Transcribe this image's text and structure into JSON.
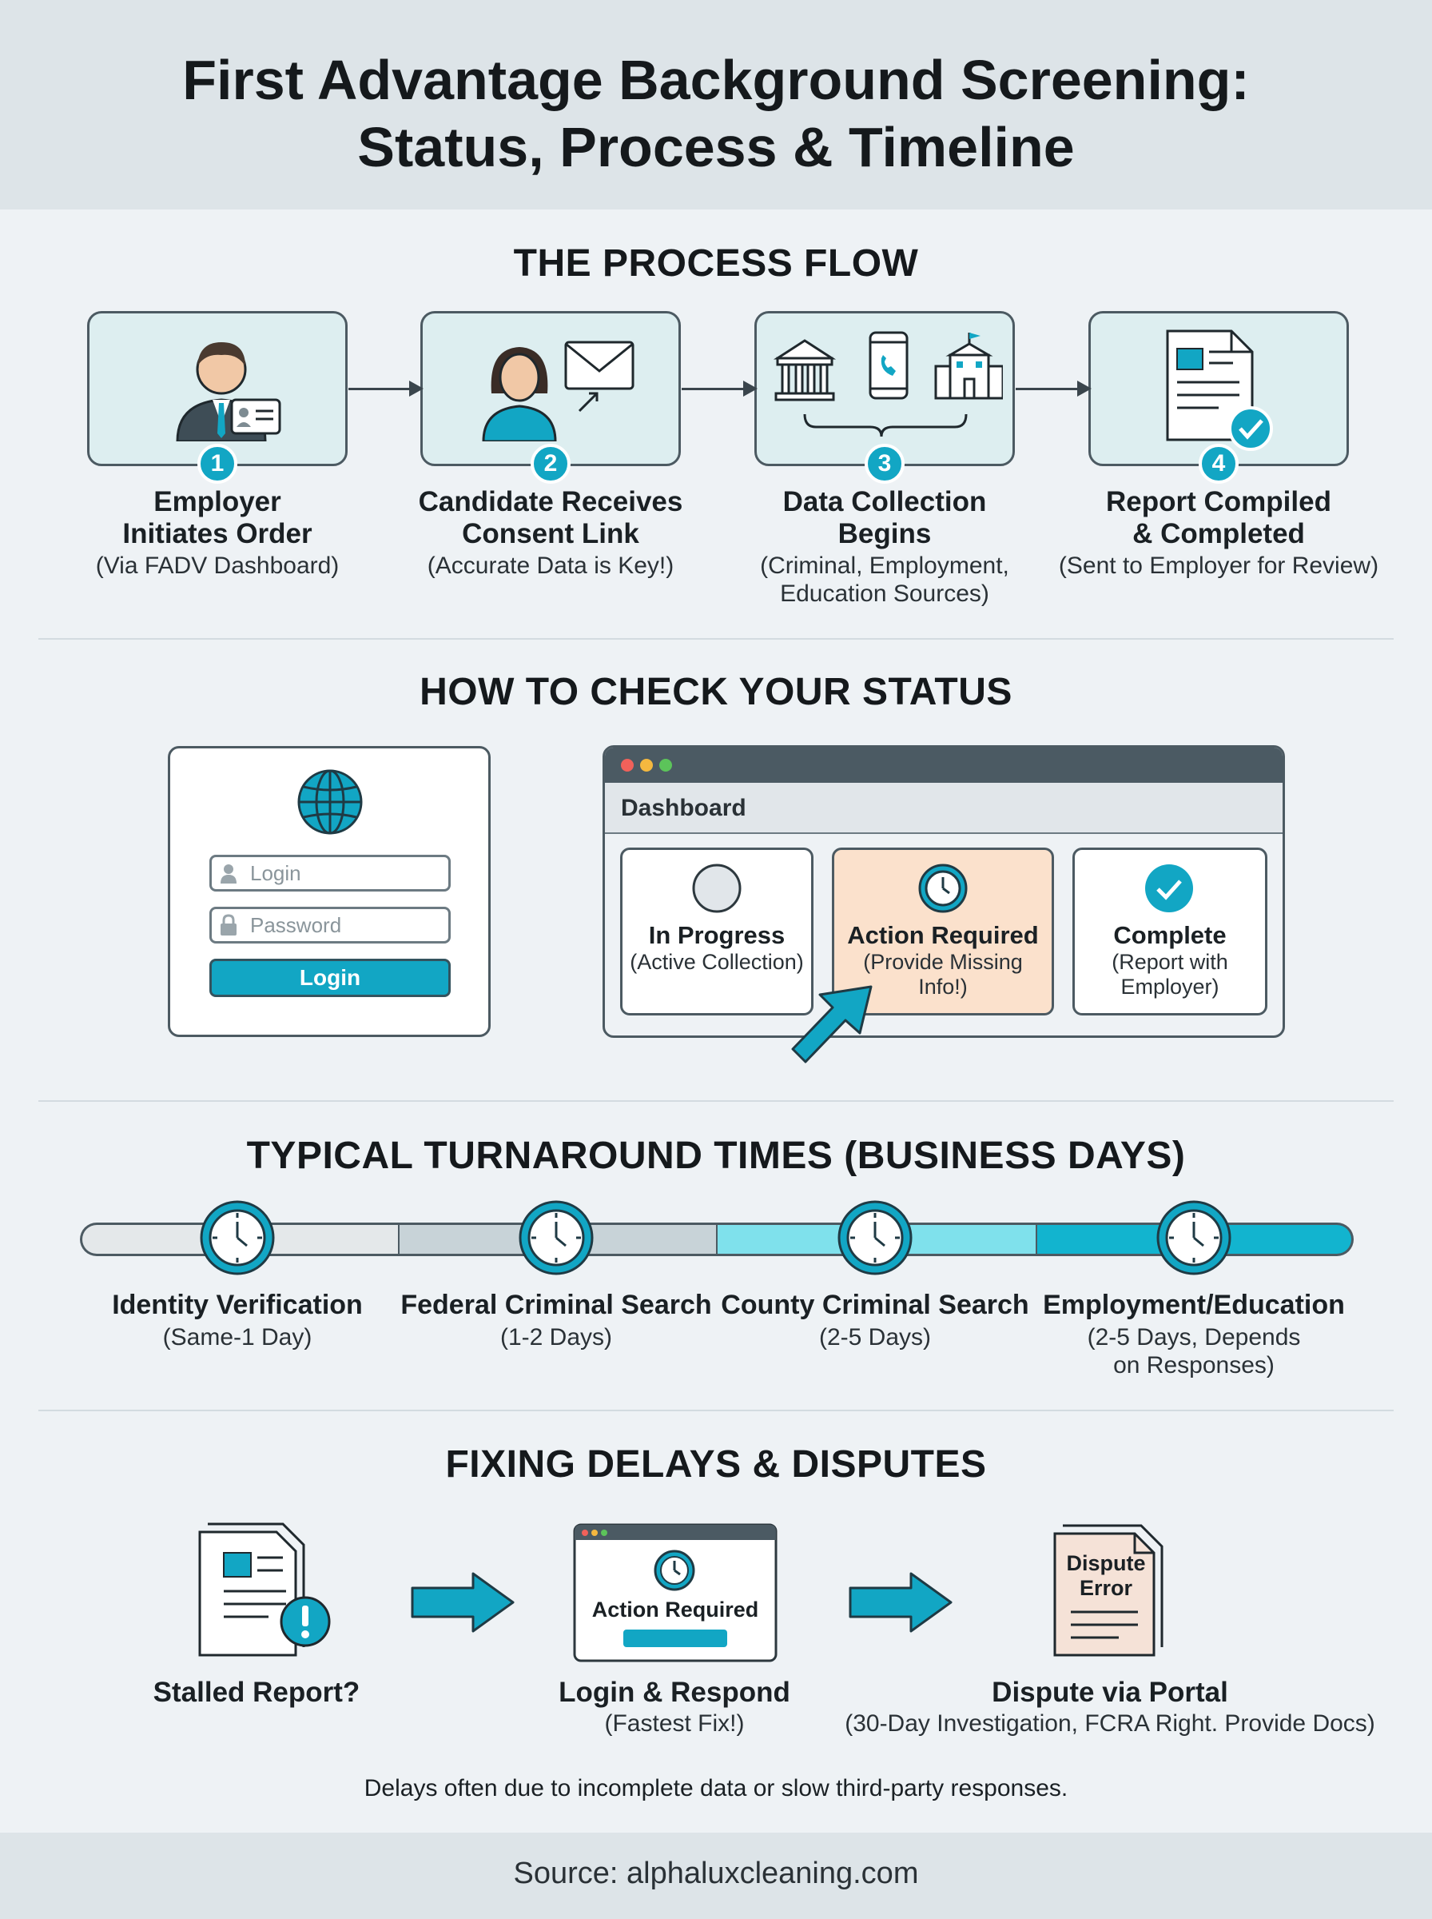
{
  "header": {
    "title_line1": "First Advantage Background Screening:",
    "title_line2": "Status, Process & Timeline"
  },
  "process": {
    "heading": "THE PROCESS FLOW",
    "steps": [
      {
        "num": "1",
        "title_l1": "Employer",
        "title_l2": "Initiates Order",
        "sub_l1": "(Via FADV Dashboard)",
        "sub_l2": "",
        "icon": "employer-id-card-icon"
      },
      {
        "num": "2",
        "title_l1": "Candidate Receives",
        "title_l2": "Consent Link",
        "sub_l1": "(Accurate Data is Key!)",
        "sub_l2": "",
        "icon": "candidate-envelope-icon"
      },
      {
        "num": "3",
        "title_l1": "Data Collection",
        "title_l2": "Begins",
        "sub_l1": "(Criminal, Employment,",
        "sub_l2": "Education Sources)",
        "icon": "data-sources-icon"
      },
      {
        "num": "4",
        "title_l1": "Report Compiled",
        "title_l2": "& Completed",
        "sub_l1": "(Sent to Employer for Review)",
        "sub_l2": "",
        "icon": "report-check-icon"
      }
    ]
  },
  "status": {
    "heading": "HOW TO CHECK YOUR STATUS",
    "login": {
      "username_placeholder": "Login",
      "password_placeholder": "Password",
      "button_label": "Login"
    },
    "dashboard": {
      "label": "Dashboard",
      "cards": [
        {
          "title": "In Progress",
          "sub_l1": "(Active Collection)",
          "sub_l2": ""
        },
        {
          "title": "Action Required",
          "sub_l1": "(Provide Missing",
          "sub_l2": "Info!)"
        },
        {
          "title": "Complete",
          "sub_l1": "(Report with",
          "sub_l2": "Employer)"
        }
      ],
      "colors": {
        "action_bg": "#fbe1cc",
        "accent": "#12a6c4"
      }
    }
  },
  "turnaround": {
    "heading": "TYPICAL TURNAROUND TIMES (BUSINESS DAYS)",
    "stages": [
      {
        "label": "Identity Verification",
        "sub_l1": "(Same-1 Day)",
        "sub_l2": ""
      },
      {
        "label": "Federal Criminal Search",
        "sub_l1": "(1-2 Days)",
        "sub_l2": ""
      },
      {
        "label": "County Criminal Search",
        "sub_l1": "(2-5 Days)",
        "sub_l2": ""
      },
      {
        "label": "Employment/Education",
        "sub_l1": "(2-5 Days, Depends",
        "sub_l2": "on Responses)"
      }
    ],
    "segment_colors": [
      "#e4e8ea",
      "#c8d3d8",
      "#7fe1ec",
      "#12b4cf"
    ]
  },
  "fixing": {
    "heading": "FIXING DELAYS & DISPUTES",
    "steps": [
      {
        "label": "Stalled Report?",
        "sub": ""
      },
      {
        "label": "Login & Respond",
        "sub": "(Fastest Fix!)"
      },
      {
        "label": "Dispute via Portal",
        "sub": "(30-Day Investigation, FCRA Right. Provide Docs)"
      }
    ],
    "mini_window_label": "Action Required",
    "dispute_doc_l1": "Dispute",
    "dispute_doc_l2": "Error",
    "note": "Delays often due to incomplete data or slow third-party responses."
  },
  "footer": {
    "source": "Source: alphaluxcleaning.com"
  }
}
